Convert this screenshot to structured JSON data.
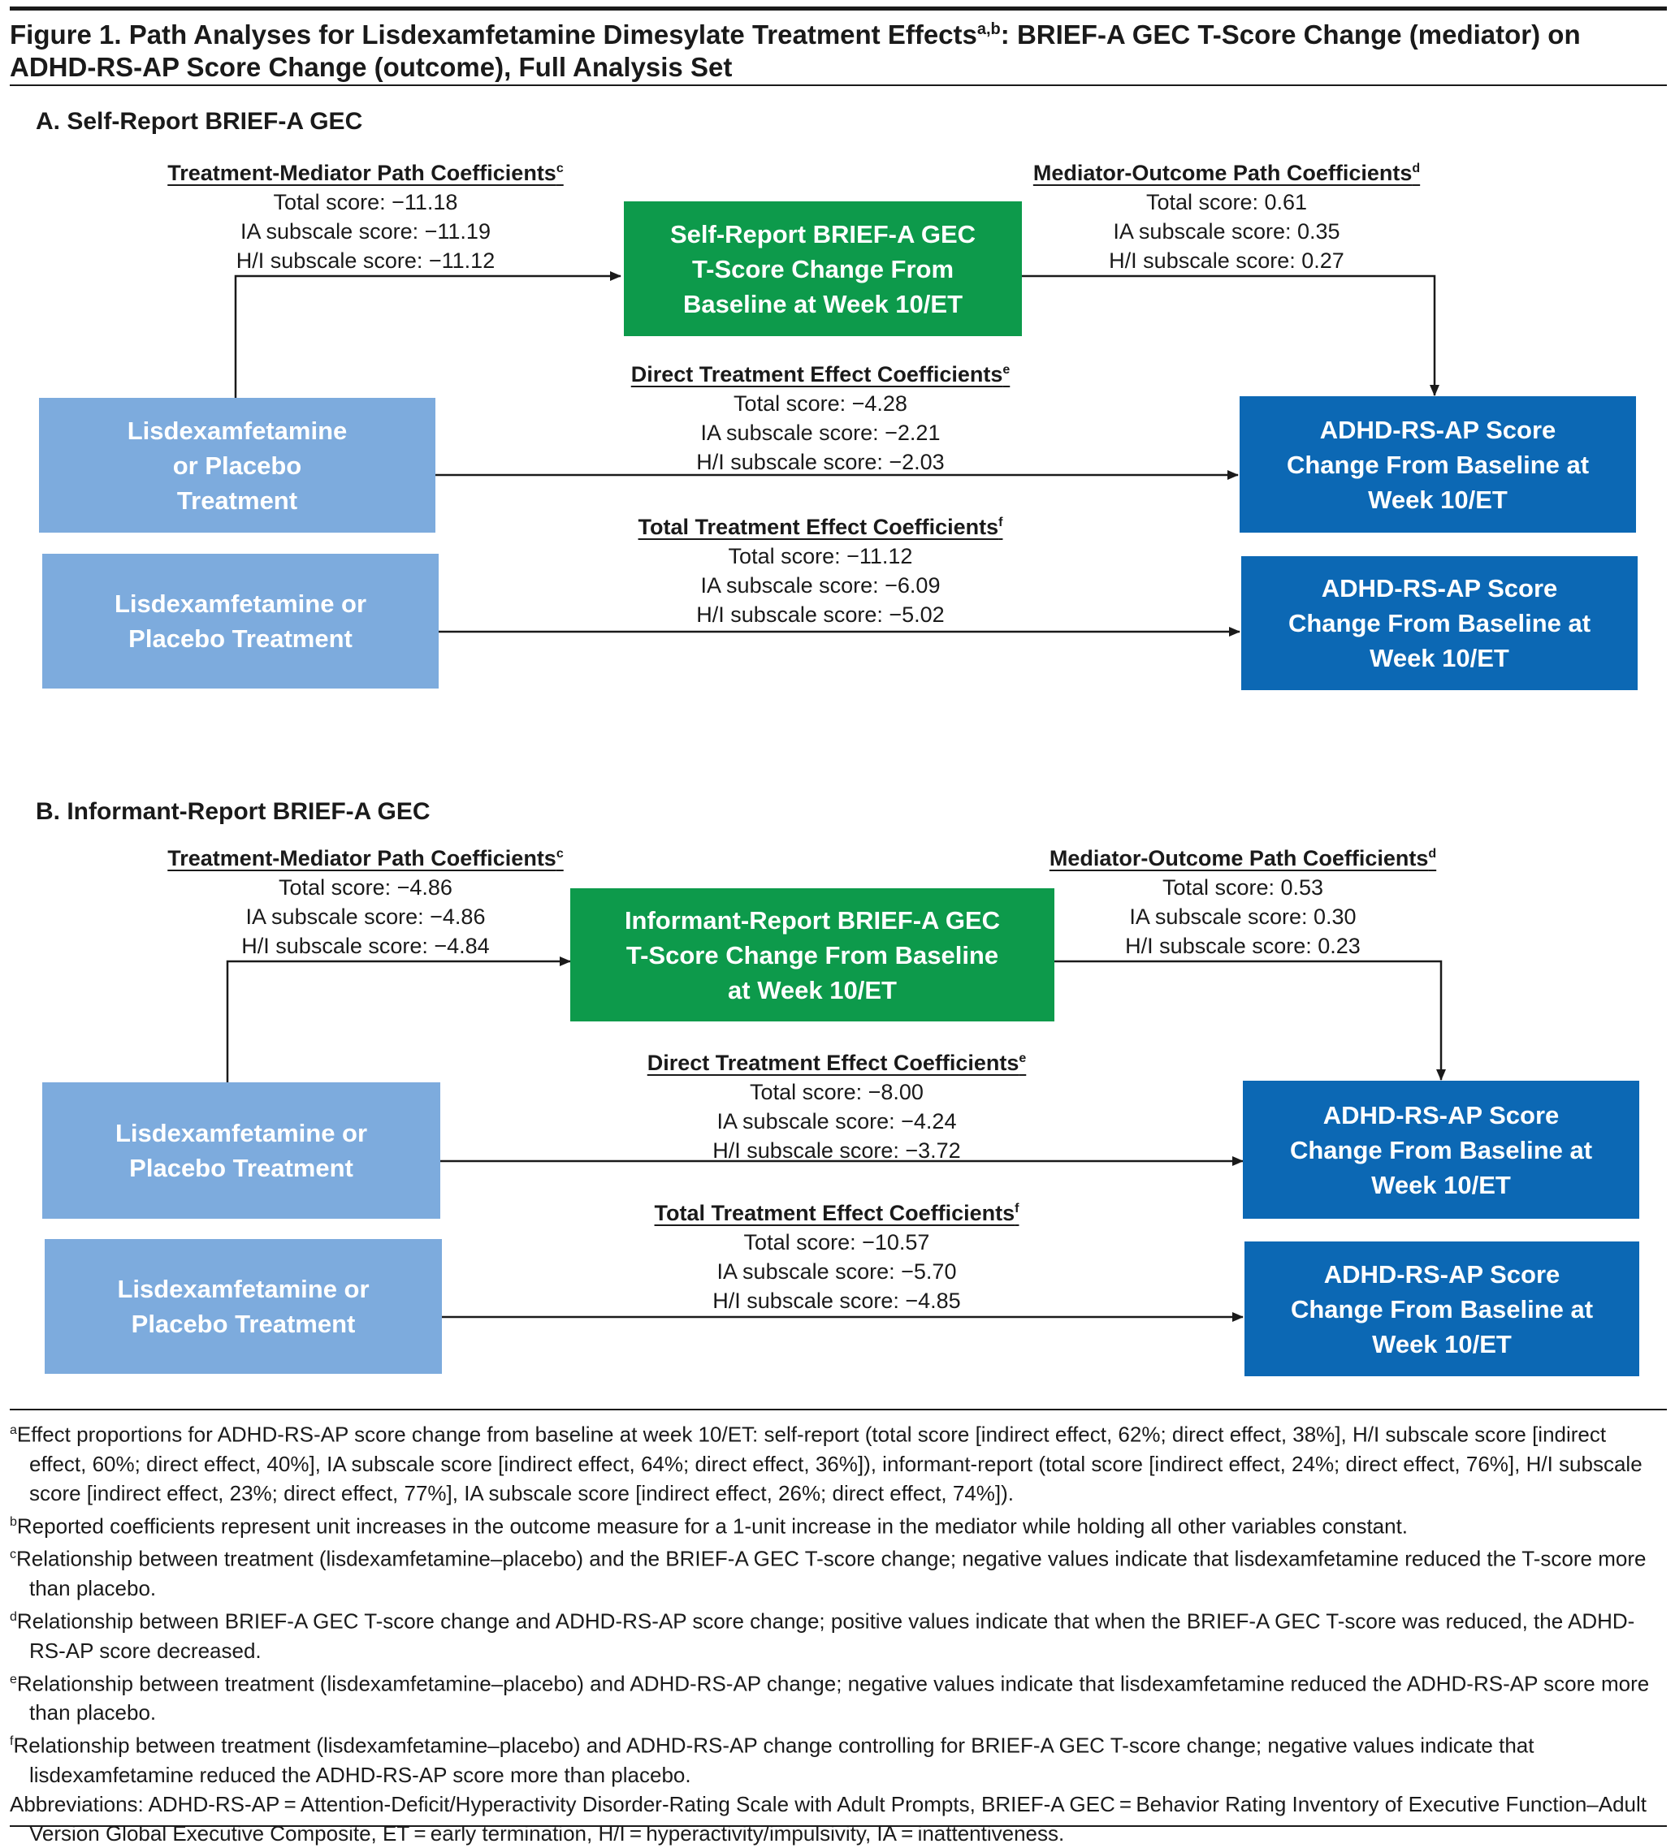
{
  "figure": {
    "title_main": "Figure 1. Path Analyses for Lisdexamfetamine Dimesylate Treatment Effects",
    "title_sup": "a,b",
    "title_rest": ": BRIEF-A GEC T-Score Change (mediator) on ADHD-RS-AP Score Change (outcome), Full Analysis Set"
  },
  "panels": [
    {
      "title": "A. Self-Report BRIEF-A GEC",
      "treatment_box": "Lisdexamfetamine or Placebo Treatment",
      "mediator_box": "Self-Report BRIEF-A GEC T-Score Change From Baseline at Week 10/ET",
      "outcome_box": "ADHD-RS-AP Score Change From Baseline at Week 10/ET",
      "treatment_mediator": {
        "heading": "Treatment-Mediator Path Coefficients",
        "sup": "c",
        "lines": [
          "Total score: −11.18",
          "IA subscale score: −11.19",
          "H/I subscale score: −11.12"
        ]
      },
      "mediator_outcome": {
        "heading": "Mediator-Outcome Path Coefficients",
        "sup": "d",
        "lines": [
          "Total score: 0.61",
          "IA subscale score: 0.35",
          "H/I subscale score: 0.27"
        ]
      },
      "direct_effect": {
        "heading": "Direct Treatment Effect Coefficients",
        "sup": "e",
        "lines": [
          "Total score: −4.28",
          "IA subscale score: −2.21",
          "H/I subscale score: −2.03"
        ]
      },
      "total_effect": {
        "heading": "Total Treatment Effect Coefficients",
        "sup": "f",
        "lines": [
          "Total score: −11.12",
          "IA subscale score: −6.09",
          "H/I subscale score: −5.02"
        ]
      }
    },
    {
      "title": "B. Informant-Report BRIEF-A GEC",
      "treatment_box": "Lisdexamfetamine or Placebo Treatment",
      "mediator_box": "Informant-Report BRIEF-A GEC T-Score Change From Baseline at Week 10/ET",
      "outcome_box": "ADHD-RS-AP Score Change From Baseline at Week 10/ET",
      "treatment_mediator": {
        "heading": "Treatment-Mediator Path Coefficients",
        "sup": "c",
        "lines": [
          "Total score: −4.86",
          "IA subscale score: −4.86",
          "H/I subscale score: −4.84"
        ]
      },
      "mediator_outcome": {
        "heading": "Mediator-Outcome Path Coefficients",
        "sup": "d",
        "lines": [
          "Total score: 0.53",
          "IA subscale score: 0.30",
          "H/I subscale score: 0.23"
        ]
      },
      "direct_effect": {
        "heading": "Direct Treatment Effect Coefficients",
        "sup": "e",
        "lines": [
          "Total score: −8.00",
          "IA subscale score: −4.24",
          "H/I subscale score: −3.72"
        ]
      },
      "total_effect": {
        "heading": "Total Treatment Effect Coefficients",
        "sup": "f",
        "lines": [
          "Total score: −10.57",
          "IA subscale score: −5.70",
          "H/I subscale score: −4.85"
        ]
      }
    }
  ],
  "footnotes": [
    {
      "mark": "a",
      "text": "Effect proportions for ADHD-RS-AP score change from baseline at week 10/ET: self-report (total score [indirect effect, 62%; direct effect, 38%], H/I subscale score [indirect effect, 60%; direct effect, 40%], IA subscale score [indirect effect, 64%; direct effect, 36%]), informant-report (total score [indirect effect, 24%; direct effect, 76%], H/I subscale score [indirect effect, 23%; direct effect, 77%], IA subscale score [indirect effect, 26%; direct effect, 74%])."
    },
    {
      "mark": "b",
      "text": "Reported coefficients represent unit increases in the outcome measure for a 1-unit increase in the mediator while holding all other variables constant."
    },
    {
      "mark": "c",
      "text": "Relationship between treatment (lisdexamfetamine–placebo) and the BRIEF-A GEC T-score change; negative values indicate that lisdexamfetamine reduced the T-score more than placebo."
    },
    {
      "mark": "d",
      "text": "Relationship between BRIEF-A GEC T-score change and ADHD-RS-AP score change; positive values indicate that when the BRIEF-A GEC T-score was reduced, the ADHD-RS-AP score decreased."
    },
    {
      "mark": "e",
      "text": "Relationship between treatment (lisdexamfetamine–placebo) and ADHD-RS-AP change; negative values indicate that lisdexamfetamine reduced the ADHD-RS-AP score more than placebo."
    },
    {
      "mark": "f",
      "text": "Relationship between treatment (lisdexamfetamine–placebo) and ADHD-RS-AP change controlling for BRIEF-A GEC T-score change; negative values indicate that lisdexamfetamine reduced the ADHD-RS-AP score more than placebo."
    }
  ],
  "abbreviations": "Abbreviations: ADHD-RS-AP = Attention-Deficit/Hyperactivity Disorder-Rating Scale with Adult Prompts, BRIEF-A GEC = Behavior Rating Inventory of Executive Function–Adult Version Global Executive Composite, ET = early termination, H/I = hyperactivity/impulsivity, IA = inattentiveness.",
  "colors": {
    "treatment_box": "#7dabdd",
    "mediator_box": "#0d9a4b",
    "outcome_box": "#0c68b4",
    "text": "#1a1a1a"
  }
}
